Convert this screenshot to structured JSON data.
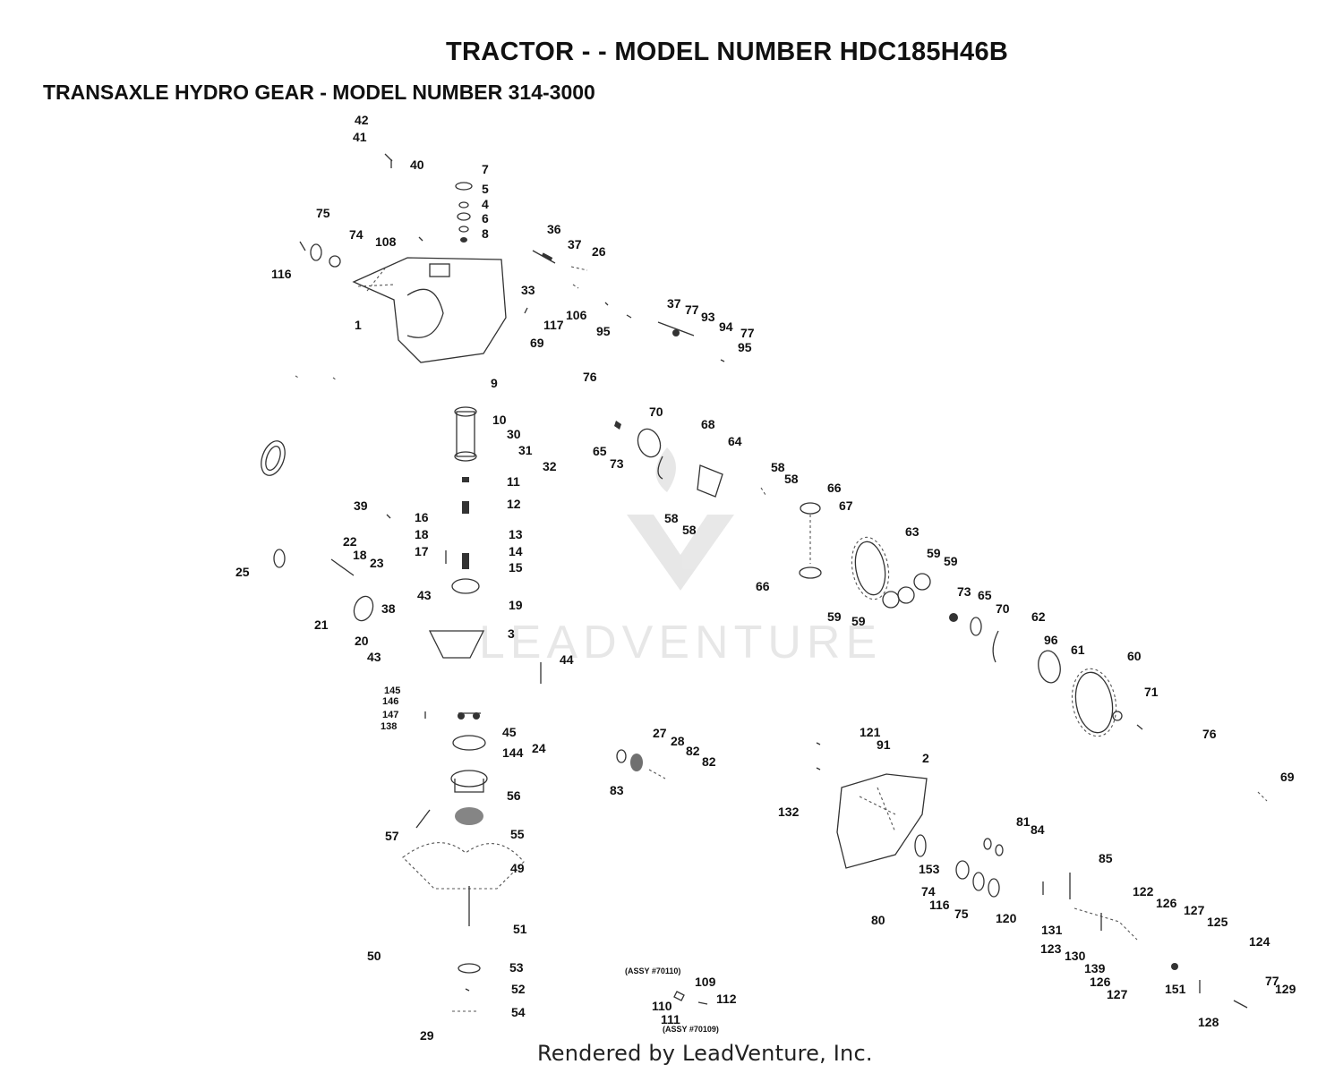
{
  "title": "TRACTOR - - MODEL NUMBER HDC185H46B",
  "subtitle": "TRANSAXLE HYDRO GEAR - MODEL NUMBER 314-3000",
  "footer": "Rendered by LeadVenture, Inc.",
  "watermark": "LEADVENTURE",
  "callouts": [
    "42",
    "41",
    "40",
    "7",
    "5",
    "4",
    "6",
    "8",
    "75",
    "74",
    "108",
    "116",
    "36",
    "37",
    "26",
    "33",
    "1",
    "117",
    "106",
    "95",
    "37",
    "77",
    "93",
    "94",
    "77",
    "95",
    "69",
    "76",
    "9",
    "10",
    "30",
    "31",
    "32",
    "11",
    "70",
    "68",
    "64",
    "65",
    "73",
    "58",
    "58",
    "66",
    "67",
    "12",
    "39",
    "16",
    "18",
    "17",
    "13",
    "14",
    "15",
    "22",
    "18",
    "23",
    "25",
    "43",
    "19",
    "63",
    "59",
    "59",
    "58",
    "58",
    "66",
    "73",
    "65",
    "70",
    "62",
    "96",
    "61",
    "60",
    "21",
    "38",
    "20",
    "43",
    "3",
    "44",
    "59",
    "59",
    "71",
    "145",
    "146",
    "147",
    "138",
    "45",
    "144",
    "24",
    "27",
    "28",
    "82",
    "82",
    "83",
    "121",
    "91",
    "2",
    "76",
    "69",
    "56",
    "132",
    "57",
    "55",
    "49",
    "81",
    "84",
    "85",
    "153",
    "74",
    "116",
    "75",
    "80",
    "120",
    "131",
    "122",
    "126",
    "127",
    "125",
    "124",
    "51",
    "123",
    "130",
    "139",
    "126",
    "127",
    "151",
    "77",
    "129",
    "50",
    "53",
    "52",
    "54",
    "29",
    "109",
    "110",
    "111",
    "112",
    "128"
  ],
  "assemblies": [
    "(ASSY #70110)",
    "(ASSY #70109)"
  ]
}
